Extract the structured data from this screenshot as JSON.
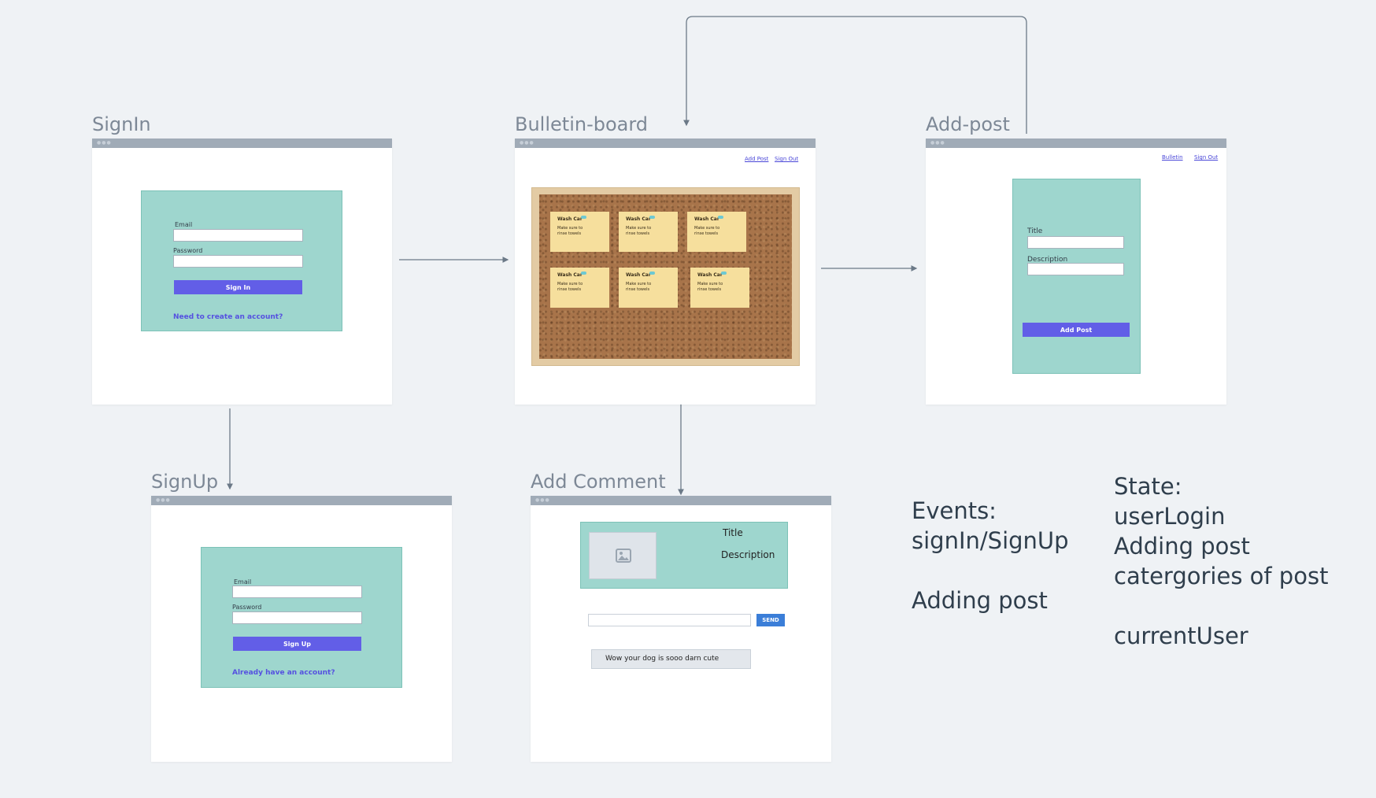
{
  "frames": {
    "signin": {
      "title": "SignIn",
      "email_label": "Email",
      "password_label": "Password",
      "button": "Sign In",
      "link": "Need to create an account?"
    },
    "signup": {
      "title": "SignUp",
      "email_label": "Email",
      "password_label": "Password",
      "button": "Sign Up",
      "link": "Already have an account?"
    },
    "bulletin": {
      "title": "Bulletin-board",
      "nav_add_post": "Add Post",
      "nav_sign_out": "Sign Out",
      "notes": [
        {
          "title": "Wash Car",
          "body": "Make sure to rinse towels"
        },
        {
          "title": "Wash Car",
          "body": "Make sure to rinse towels"
        },
        {
          "title": "Wash Car",
          "body": "Make sure to rinse towels"
        },
        {
          "title": "Wash Car",
          "body": "Make sure to rinse towels"
        },
        {
          "title": "Wash Car",
          "body": "Make sure to rinse towels"
        },
        {
          "title": "Wash Car",
          "body": "Make sure to rinse towels"
        }
      ]
    },
    "addpost": {
      "title": "Add-post",
      "nav_bulletin": "Bulletin",
      "nav_sign_out": "Sign Out",
      "title_label": "Title",
      "description_label": "Description",
      "button": "Add Post"
    },
    "addcomment": {
      "title": "Add Comment",
      "post_title": "Title",
      "post_description": "Description",
      "send_button": "SEND",
      "comment": "Wow your dog is sooo darn cute"
    }
  },
  "notes": {
    "events": "Events:\nsignIn/SignUp\n\nAdding post",
    "state": "State:\nuserLogin\nAdding post\ncatergories of post\n\ncurrentUser"
  },
  "colors": {
    "background": "#eff2f5",
    "panel": "#9ed6ce",
    "button": "#625ee7",
    "frame_bar": "#a0abb7",
    "connector": "#6b7987"
  }
}
